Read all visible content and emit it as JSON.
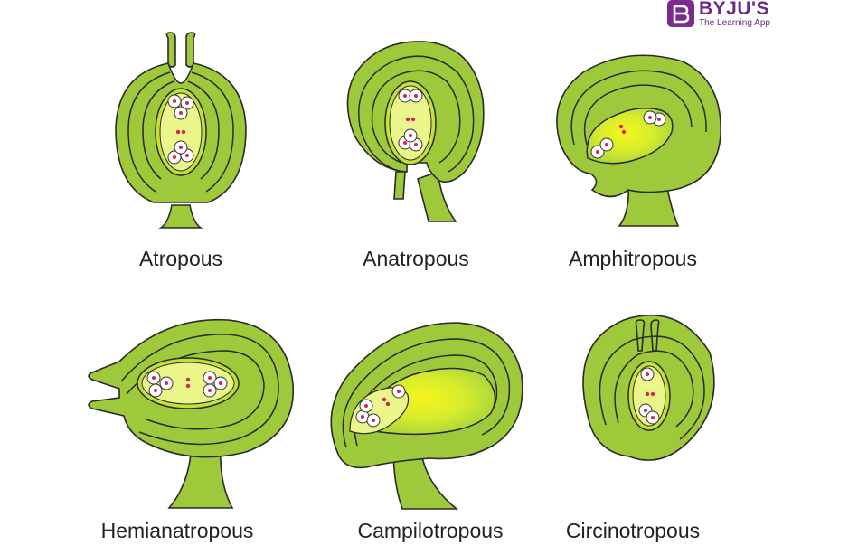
{
  "brand": {
    "name": "BYJU'S",
    "tagline": "The Learning App",
    "color": "#6d2b86"
  },
  "colors": {
    "tissue": "#9dc93b",
    "outline": "#2a2a2a",
    "sac_center": "#f4f31a",
    "sac_edge": "#b7e04a",
    "cell_dot": "#d0265a"
  },
  "ovules": [
    {
      "label": "Atropous"
    },
    {
      "label": "Anatropous"
    },
    {
      "label": "Amphitropous"
    },
    {
      "label": "Hemianatropous"
    },
    {
      "label": "Campilotropous"
    },
    {
      "label": "Circinotropous"
    }
  ]
}
